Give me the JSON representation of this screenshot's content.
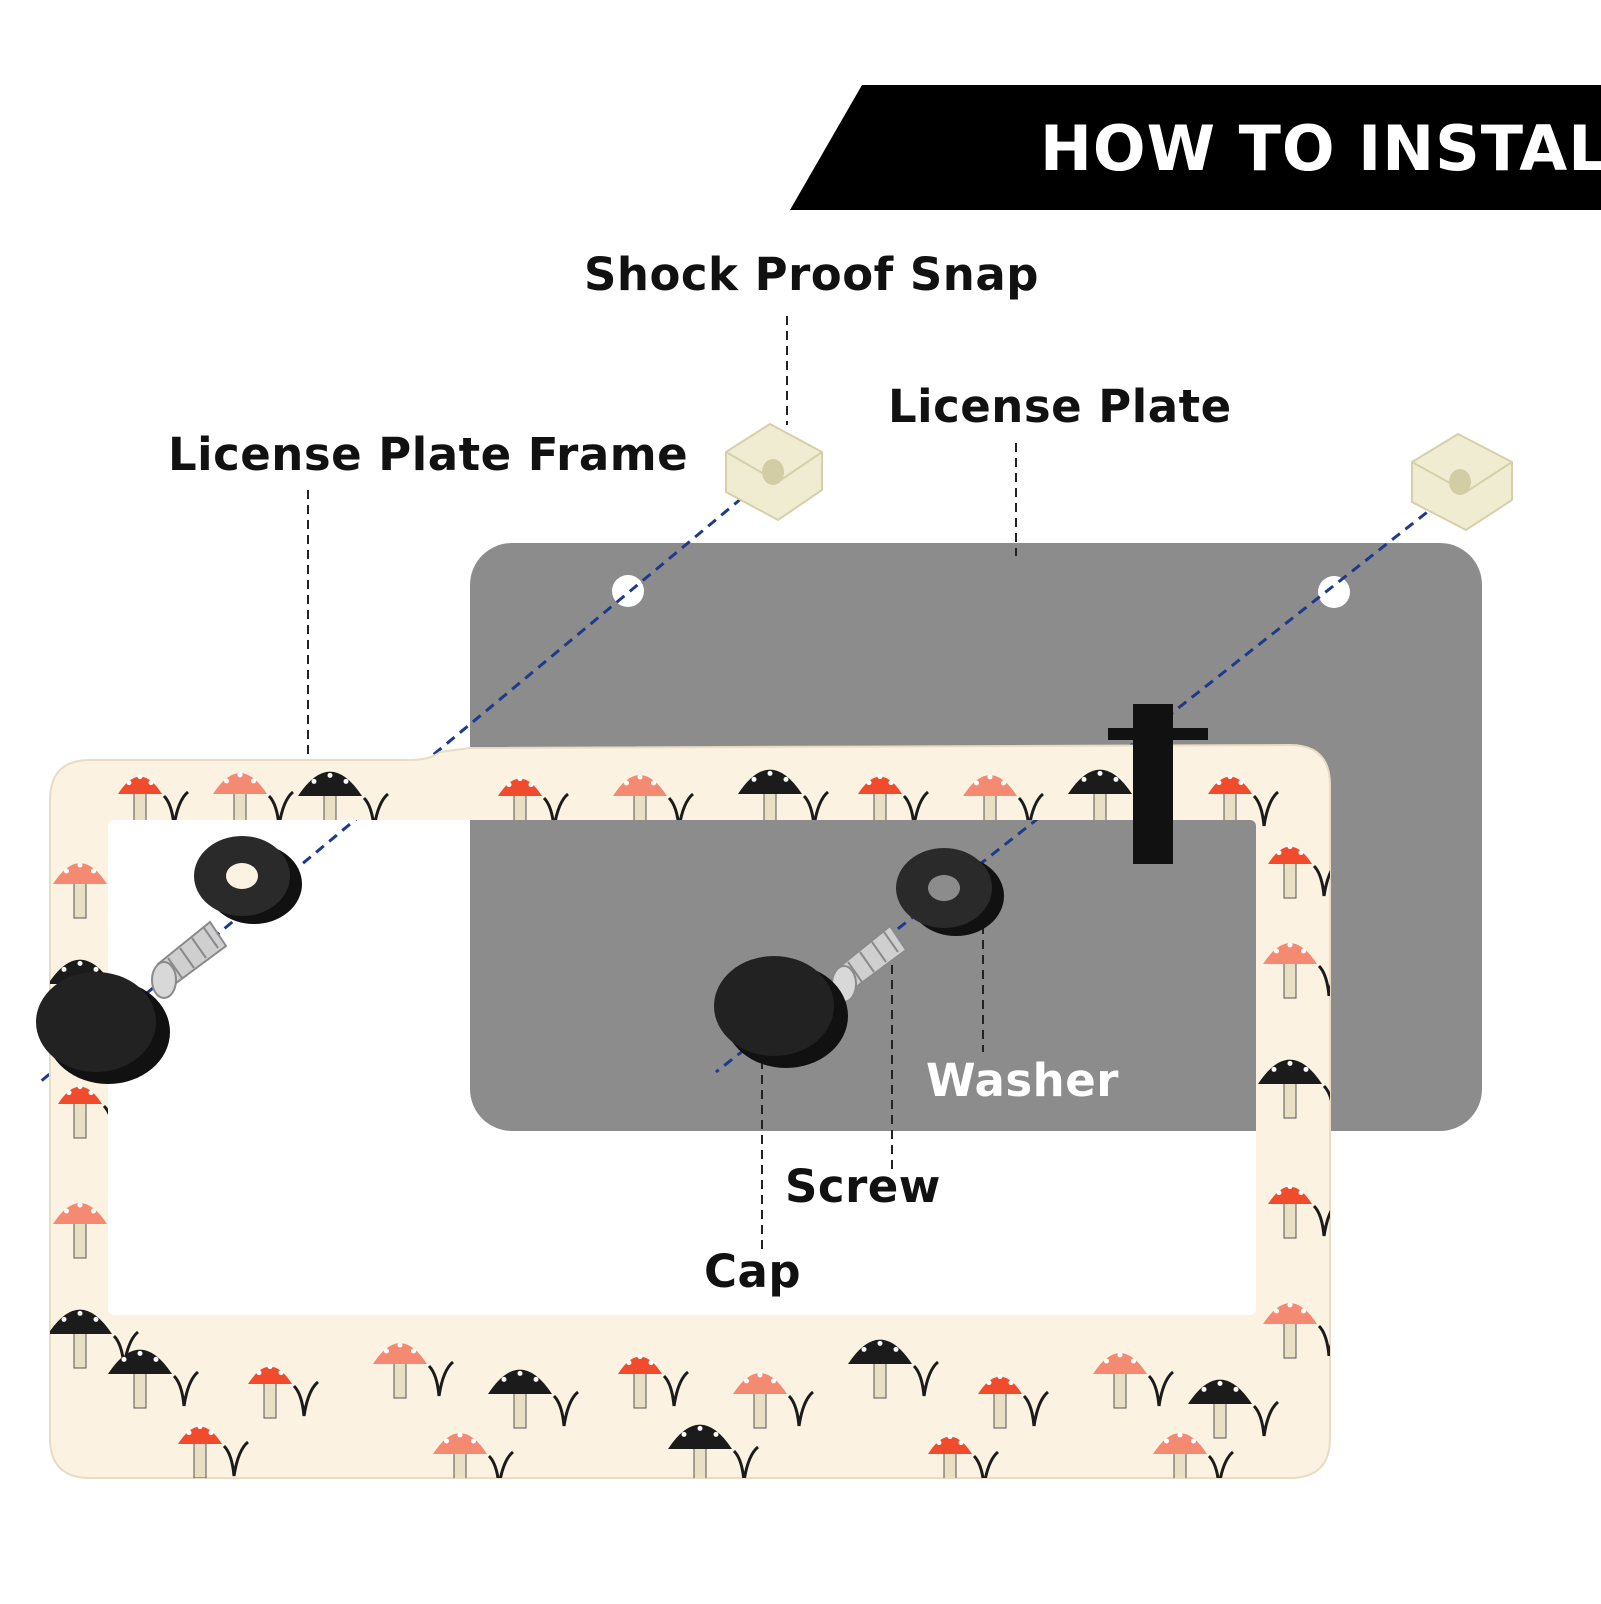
{
  "banner": {
    "title": "HOW TO INSTALL",
    "color": "#000000"
  },
  "labels": {
    "shock_proof_snap": "Shock Proof Snap",
    "license_plate": "License Plate",
    "license_plate_frame": "License Plate Frame",
    "washer": "Washer",
    "screw": "Screw",
    "cap": "Cap"
  },
  "colors": {
    "plate": "#8c8c8c",
    "frame_base": "#fbf2e1",
    "mushroom_red": "#ef4b2c",
    "mushroom_salmon": "#f48a72",
    "ink": "#1b1b1b",
    "dashed_line": "#1e3a8a",
    "snap": "#efecd2"
  }
}
